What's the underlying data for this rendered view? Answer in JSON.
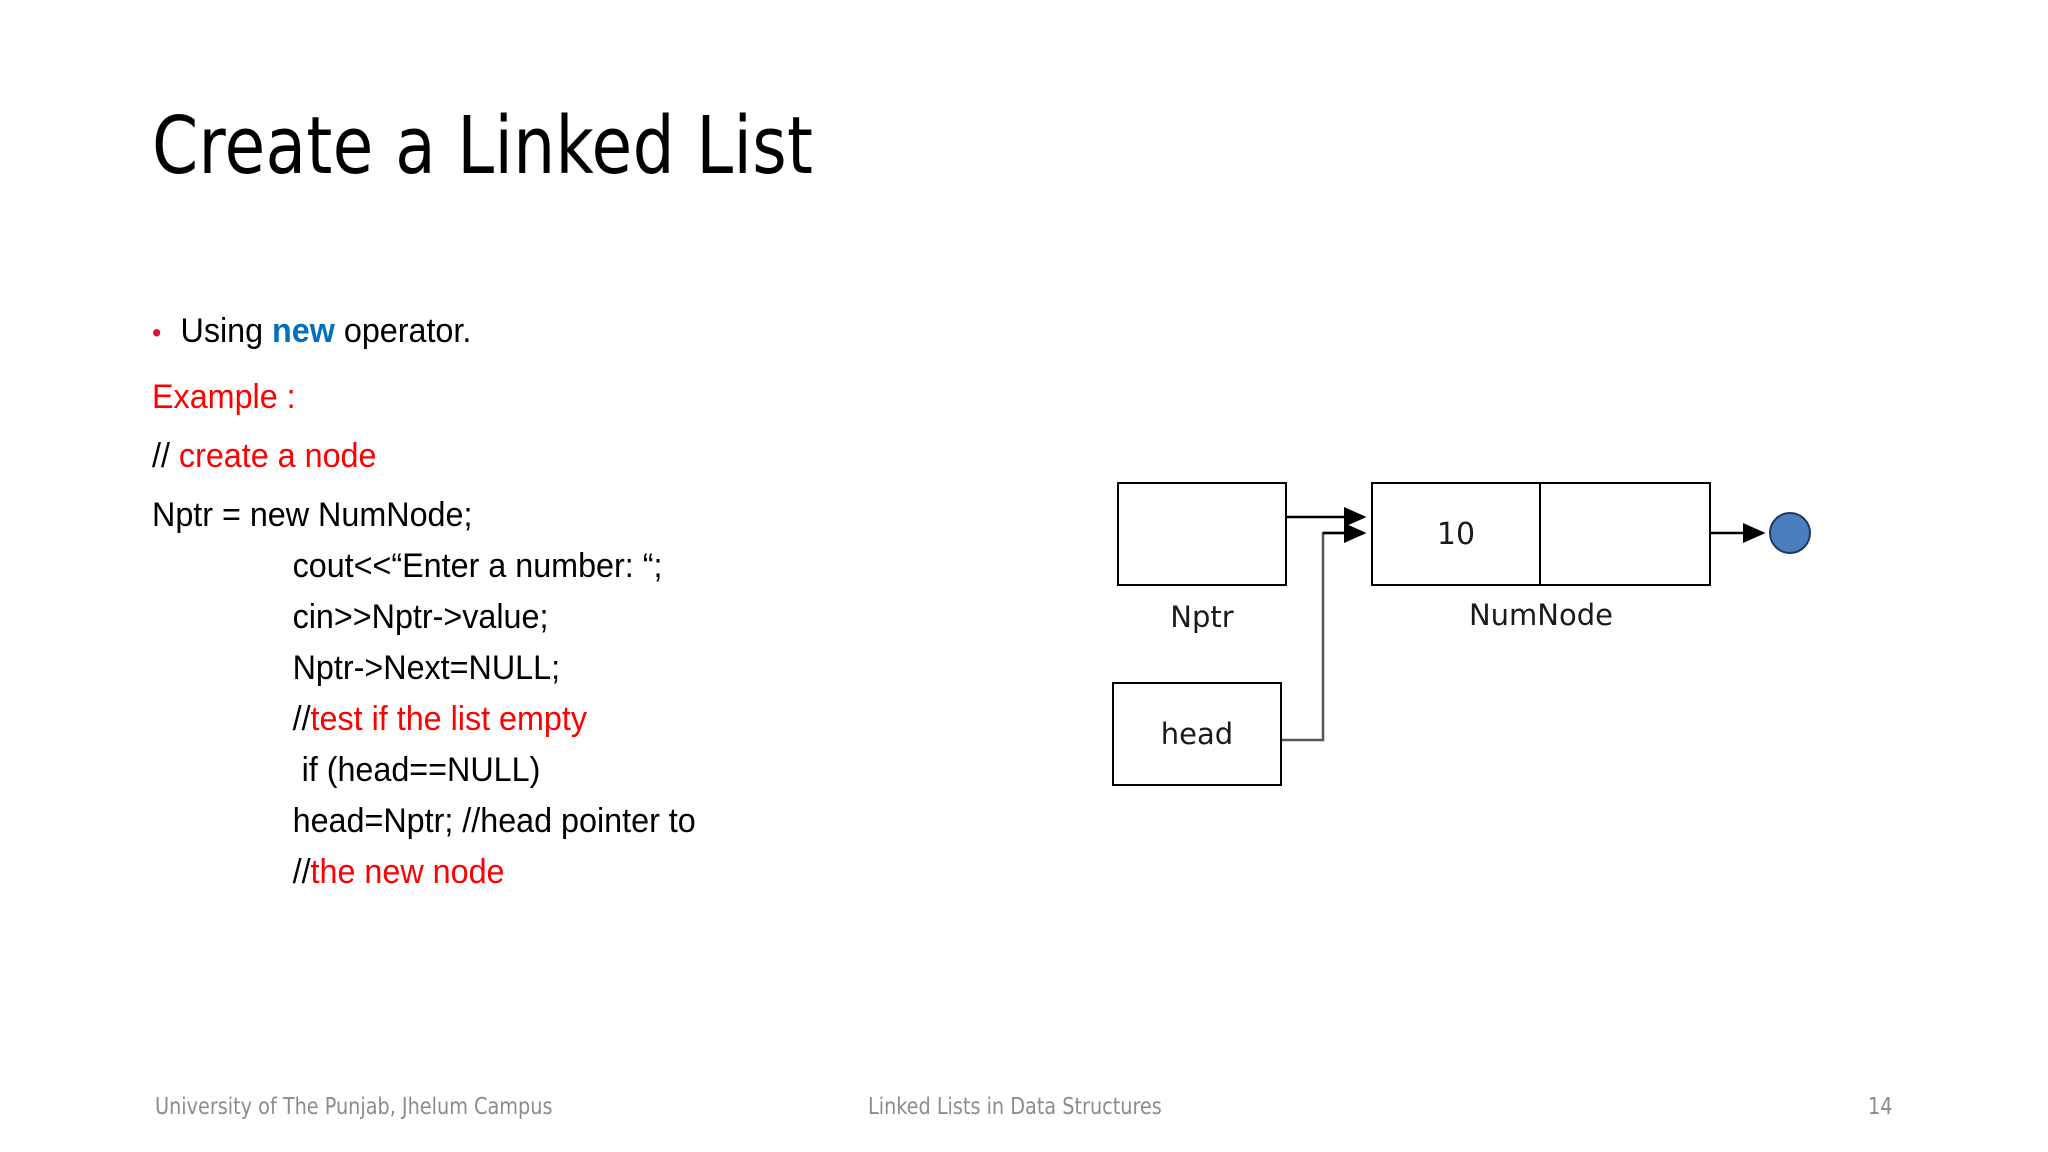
{
  "slide": {
    "title": "Create a Linked List",
    "page_number": "14"
  },
  "colors": {
    "accent_blue": "#0070C0",
    "comment_red": "#FF0000",
    "bullet_red": "#E8112D",
    "node_fill_blue": "#4A7EBC",
    "footer_gray": "#8C8C8C"
  },
  "content": {
    "bullet": {
      "marker": "•",
      "before": "Using ",
      "keyword": "new",
      "after": " operator."
    },
    "example_label": "Example :",
    "comment_create": {
      "slashes": "// ",
      "text": "create a node"
    },
    "stmt_new": "Nptr = new NumNode;",
    "code": {
      "cout": "cout<<“Enter a number: “;",
      "cin": "cin>>Nptr->value;",
      "next_null": "Nptr->Next=NULL;",
      "comment_test_slashes": "//",
      "comment_test_text": "test if the list empty",
      "if_head": " if (head==NULL)",
      "head_assign": "head=Nptr; //head pointer to",
      "comment_new_slashes": "//",
      "comment_new_text": "the new node"
    }
  },
  "diagram": {
    "nptr_box_label": "",
    "nptr_caption": "Nptr",
    "head_box_label": "head",
    "node_caption": "NumNode",
    "node_value": "10",
    "node_next_value": "",
    "null_marker_name": "null-pointer-circle"
  },
  "footer": {
    "left": "University of The Punjab, Jhelum Campus",
    "center": "Linked Lists in Data Structures"
  }
}
